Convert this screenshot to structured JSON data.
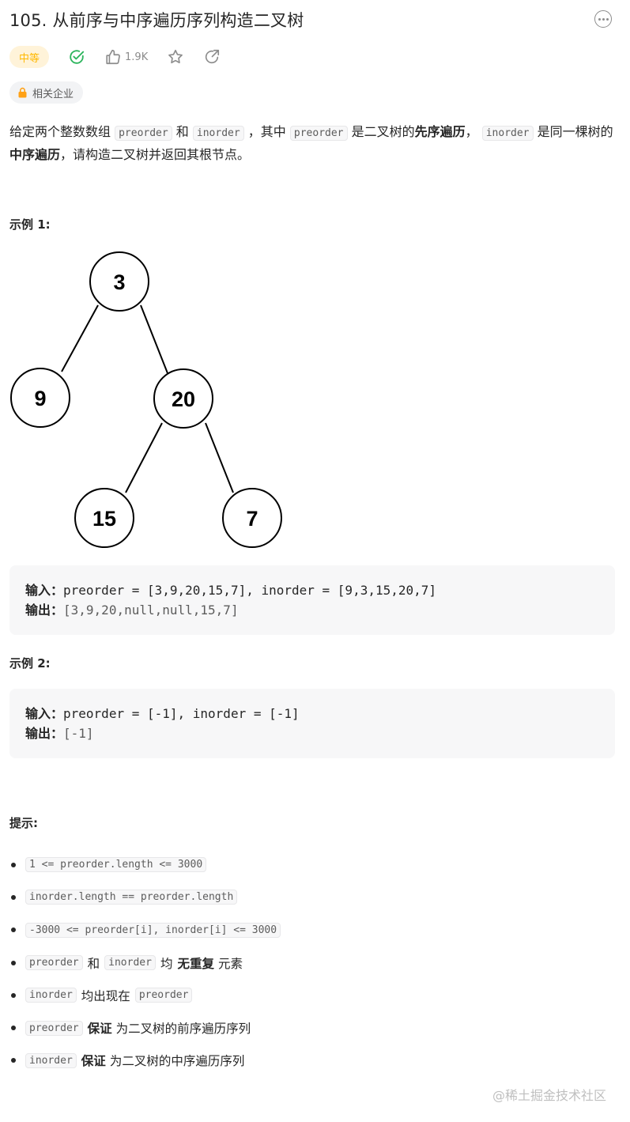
{
  "problem": {
    "title": "105. 从前序与中序遍历序列构造二叉树",
    "difficulty": "中等",
    "likes": "1.9K",
    "company_tag": "相关企业"
  },
  "description": {
    "t1": "给定两个整数数组 ",
    "c1": "preorder",
    "t2": " 和 ",
    "c2": "inorder",
    "t3": " ，其中 ",
    "c3": "preorder",
    "t4": " 是二叉树的",
    "b1": "先序遍历",
    "t5": "， ",
    "c4": "inorder",
    "t6": " 是同一棵树的",
    "b2": "中序遍历",
    "t7": "，请构造二叉树并返回其根节点。"
  },
  "example1": {
    "label": "示例 1:",
    "tree_nodes": [
      "3",
      "9",
      "20",
      "15",
      "7"
    ],
    "input_label": "输入：",
    "input_value": "preorder = [3,9,20,15,7], inorder = [9,3,15,20,7]",
    "output_label": "输出：",
    "output_value": "[3,9,20,null,null,15,7]"
  },
  "example2": {
    "label": "示例 2:",
    "input_label": "输入：",
    "input_value": "preorder = [-1], inorder = [-1]",
    "output_label": "输出：",
    "output_value": "[-1]"
  },
  "hints": {
    "label": "提示:",
    "h1": "1 <= preorder.length <= 3000",
    "h2": "inorder.length == preorder.length",
    "h3": "-3000 <= preorder[i], inorder[i] <= 3000",
    "h4_c1": "preorder",
    "h4_t1": "和",
    "h4_c2": "inorder",
    "h4_t2": "均",
    "h4_b": "无重复",
    "h4_t3": "元素",
    "h5_c1": "inorder",
    "h5_t1": "均出现在",
    "h5_c2": "preorder",
    "h6_c": "preorder",
    "h6_b": "保证",
    "h6_t": "为二叉树的前序遍历序列",
    "h7_c": "inorder",
    "h7_b": "保证",
    "h7_t": "为二叉树的中序遍历序列"
  },
  "watermark": "@稀土掘金技术社区",
  "icons": {
    "more": "more-dots-icon",
    "solved": "check-circle-icon",
    "like": "thumbs-up-icon",
    "favorite": "star-icon",
    "share": "share-icon",
    "lock": "lock-icon"
  },
  "colors": {
    "difficulty_text": "#ffb800",
    "difficulty_bg": "#fff3d9",
    "solved": "#2db55d",
    "lock": "#ffa116"
  }
}
